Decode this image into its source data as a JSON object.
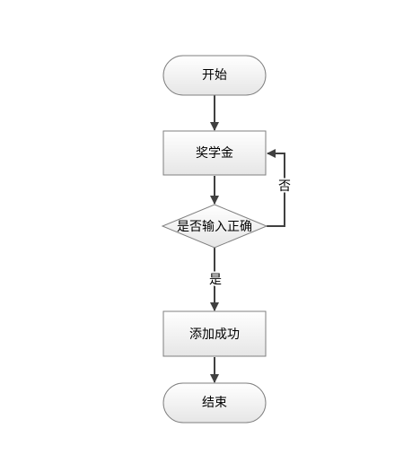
{
  "diagram": {
    "nodes": {
      "start": {
        "label": "开始",
        "shape": "terminator"
      },
      "scholarship": {
        "label": "奖学金",
        "shape": "process"
      },
      "check": {
        "label": "是否输入正确",
        "shape": "decision"
      },
      "add_success": {
        "label": "添加成功",
        "shape": "process"
      },
      "end": {
        "label": "结束",
        "shape": "terminator"
      }
    },
    "edges": {
      "yes_label": "是",
      "no_label": "否"
    }
  },
  "colors": {
    "node_fill_top": "#ffffff",
    "node_fill_bottom": "#e8e8e8",
    "node_stroke": "#7f7f7f",
    "arrow": "#404040",
    "text": "#000000"
  }
}
